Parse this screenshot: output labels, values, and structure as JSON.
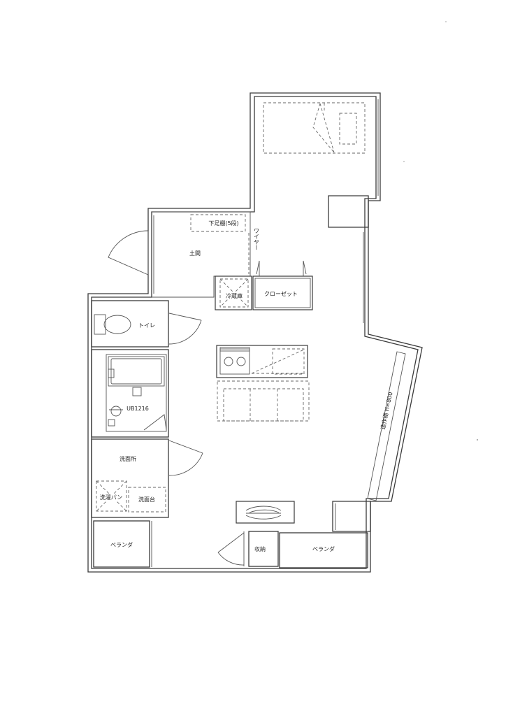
{
  "labels": {
    "shoe_shelf": "下足棚(5段)",
    "wire": "ワイヤー",
    "entrance": "土間",
    "fridge": "冷蔵庫",
    "closet": "クローゼット",
    "toilet": "トイレ",
    "unit_bath": "UB1216",
    "washroom": "洗面所",
    "washer_pan": "洗濯パン",
    "vanity": "洗面台",
    "veranda_left": "ベランダ",
    "storage": "収納",
    "veranda_right": "ベランダ",
    "shelf": "造作棚 H=800"
  }
}
